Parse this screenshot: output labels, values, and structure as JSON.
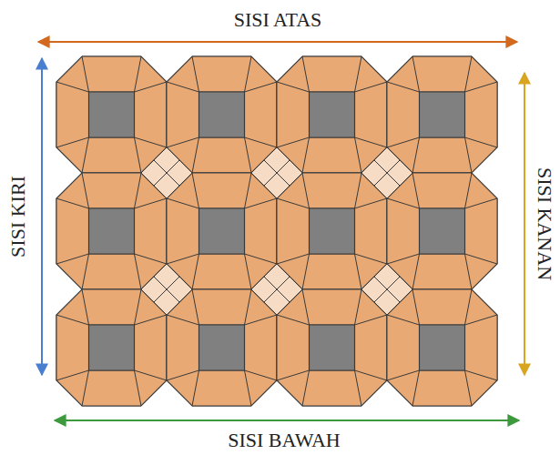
{
  "diagram": {
    "labels": [
      "SISI ATAS",
      "SISI KIRI",
      "SISI KANAN",
      "SISI BAWAH"
    ]
  }
}
